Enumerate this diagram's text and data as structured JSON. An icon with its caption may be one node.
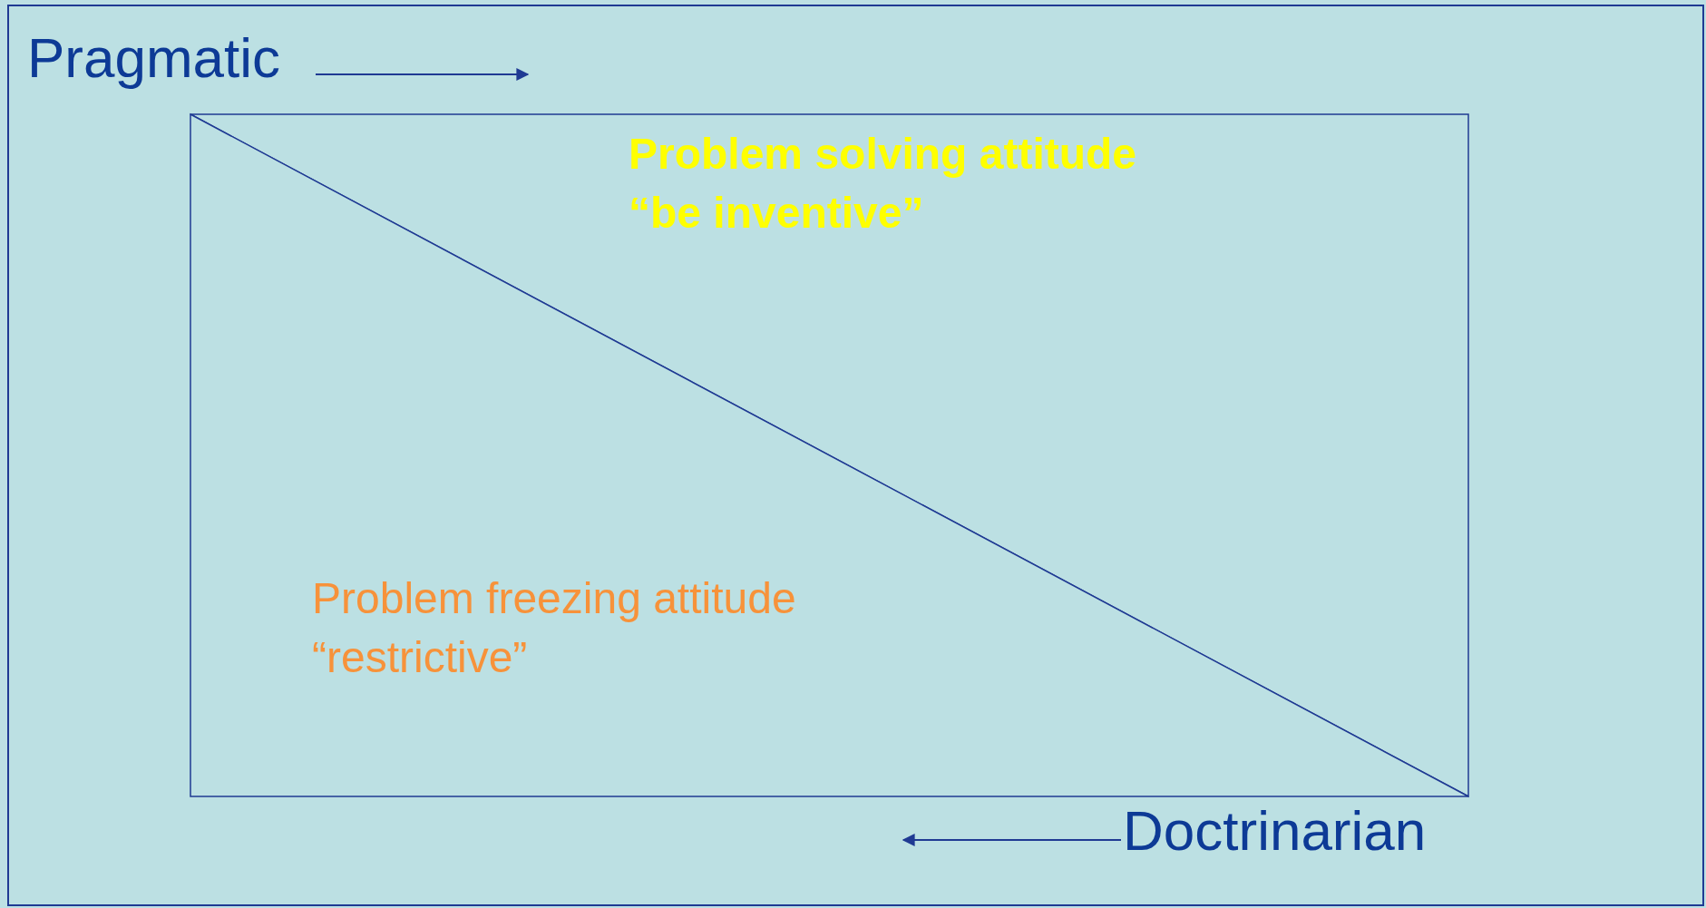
{
  "diagram": {
    "nodes": [
      {
        "text": [
          "Problem solving attitude",
          "“be inventive”"
        ]
      },
      {
        "text": [
          "Problem freezing attitude",
          "“restrictive”"
        ]
      }
    ],
    "labels": [
      "Pragmatic",
      "Doctrinarian"
    ]
  }
}
